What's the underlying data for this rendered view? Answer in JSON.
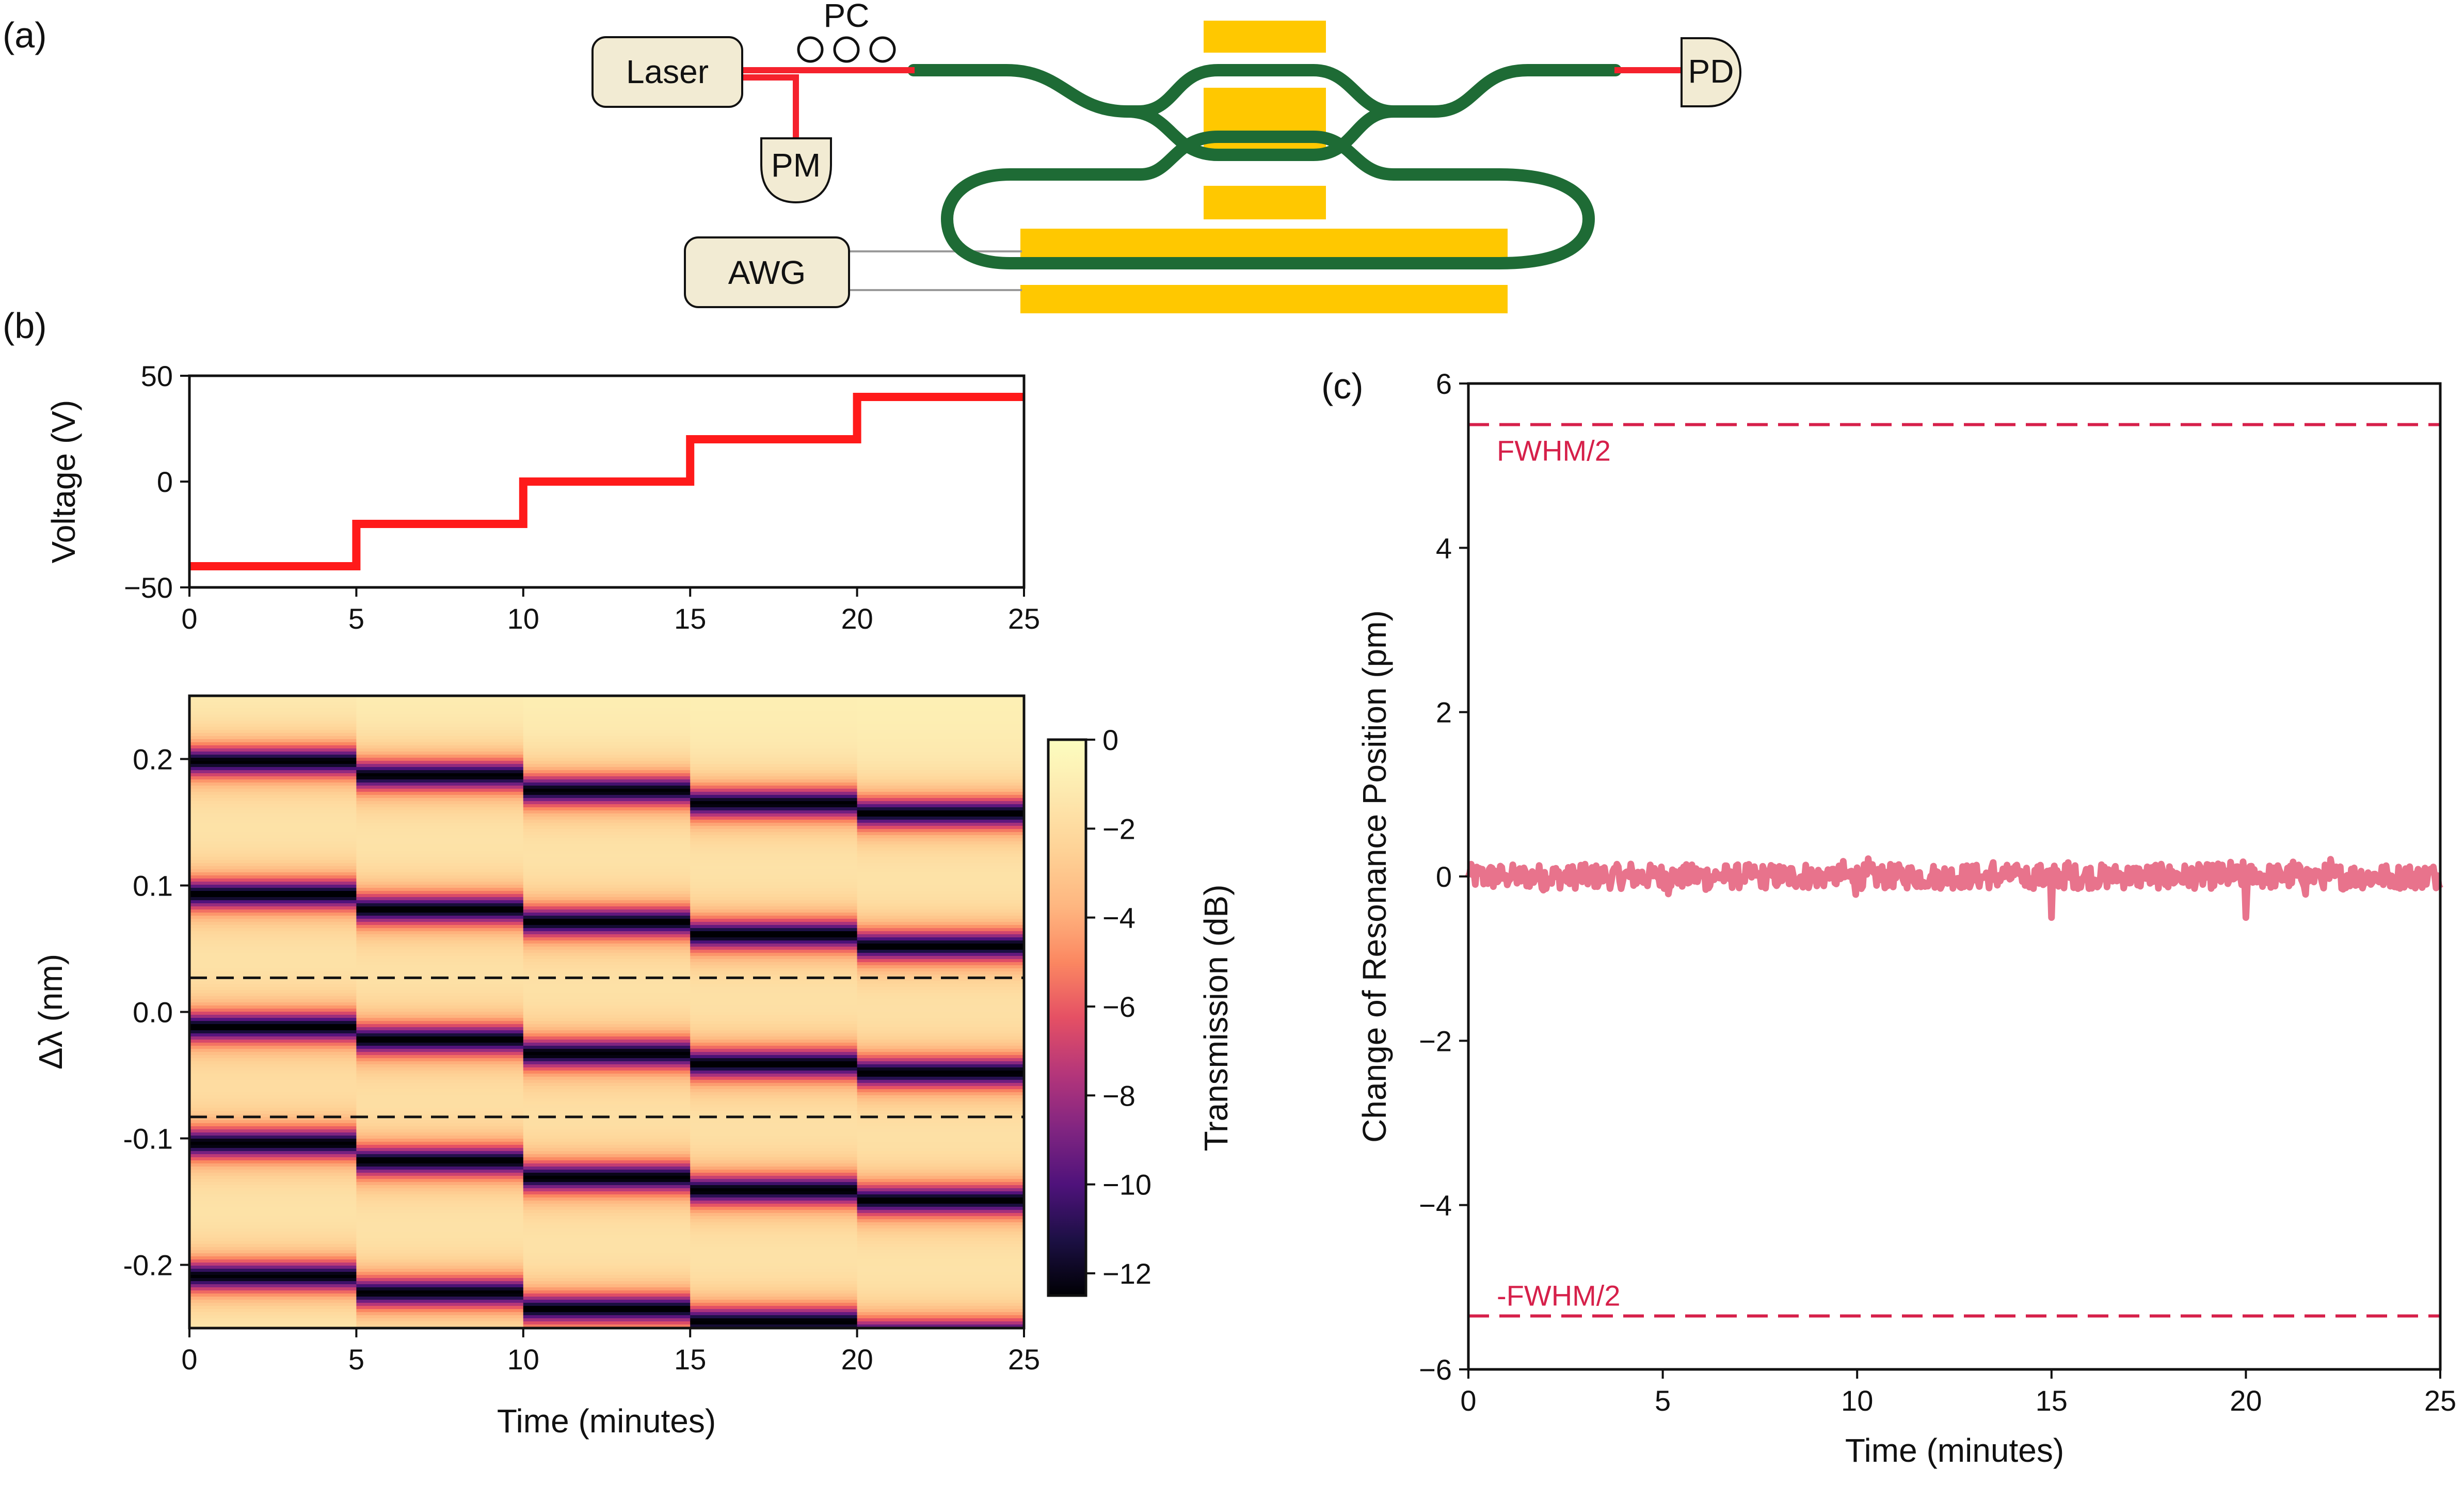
{
  "panel_labels": {
    "a": "(a)",
    "b": "(b)",
    "c": "(c)"
  },
  "schematic": {
    "laser": "Laser",
    "pc": "PC",
    "pm": "PM",
    "pd": "PD",
    "awg": "AWG",
    "colors": {
      "fiber": "#f5222d",
      "waveguide": "#1e6b35",
      "electrode": "#ffc800",
      "box_fill": "#f2ebd3",
      "wire": "#9a9a9a"
    }
  },
  "chart_data": [
    {
      "id": "voltage",
      "type": "line",
      "xlabel": "",
      "ylabel": "Voltage (V)",
      "xlim": [
        0,
        25
      ],
      "ylim": [
        -50,
        50
      ],
      "xticks": [
        0,
        5,
        10,
        15,
        20,
        25
      ],
      "yticks": [
        -50,
        0,
        50
      ],
      "color": "#ff1a1a",
      "x": [
        0,
        5,
        5,
        10,
        10,
        15,
        15,
        20,
        20,
        25
      ],
      "y": [
        -40,
        -40,
        -20,
        -20,
        0,
        0,
        20,
        20,
        40,
        40
      ]
    },
    {
      "id": "transmission-map",
      "type": "heatmap",
      "xlabel": "Time (minutes)",
      "ylabel": "Δλ (nm)",
      "xlim": [
        0,
        25
      ],
      "ylim": [
        -0.25,
        0.25
      ],
      "xticks": [
        0,
        5,
        10,
        15,
        20,
        25
      ],
      "yticks": [
        -0.2,
        -0.1,
        0.0,
        0.1,
        0.2
      ],
      "ytick_labels": [
        "-0.2",
        "-0.1",
        "0.0",
        "0.1",
        "0.2"
      ],
      "colorbar": {
        "label": "Transmission (dB)",
        "min": -12.5,
        "max": 0,
        "ticks": [
          0,
          -2,
          -4,
          -6,
          -8,
          -10,
          -12
        ],
        "colormap": "magma"
      },
      "segments": [
        {
          "t_start": 0,
          "t_end": 5,
          "resonance_centers": [
            0.198,
            0.093,
            -0.012,
            -0.104,
            -0.209
          ]
        },
        {
          "t_start": 5,
          "t_end": 10,
          "resonance_centers": [
            0.187,
            0.081,
            -0.022,
            -0.118,
            -0.222
          ]
        },
        {
          "t_start": 10,
          "t_end": 15,
          "resonance_centers": [
            0.175,
            0.071,
            -0.033,
            -0.131,
            -0.235
          ]
        },
        {
          "t_start": 15,
          "t_end": 20,
          "resonance_centers": [
            0.165,
            0.061,
            -0.041,
            -0.141,
            -0.245
          ]
        },
        {
          "t_start": 20,
          "t_end": 25,
          "resonance_centers": [
            0.157,
            0.052,
            -0.048,
            -0.149,
            -0.255
          ]
        }
      ],
      "dashed_lines_y": [
        0.027,
        -0.083
      ]
    },
    {
      "id": "resonance-stability",
      "type": "line",
      "xlabel": "Time (minutes)",
      "ylabel": "Change of Resonance Position (pm)",
      "xlim": [
        0,
        25
      ],
      "ylim": [
        -6,
        6
      ],
      "xticks": [
        0,
        5,
        10,
        15,
        20,
        25
      ],
      "yticks": [
        -6,
        -4,
        -2,
        0,
        2,
        4,
        6
      ],
      "color": "#e8738c",
      "series_mean": 0.0,
      "noise_amplitude_pm": 0.15,
      "dips": [
        {
          "x": 15.0,
          "y": -0.5
        },
        {
          "x": 20.0,
          "y": -0.5
        }
      ],
      "reference_lines": [
        {
          "y": 5.5,
          "label": "FWHM/2",
          "color": "#d6204a"
        },
        {
          "y": -5.35,
          "label": "-FWHM/2",
          "color": "#d6204a"
        }
      ]
    }
  ]
}
